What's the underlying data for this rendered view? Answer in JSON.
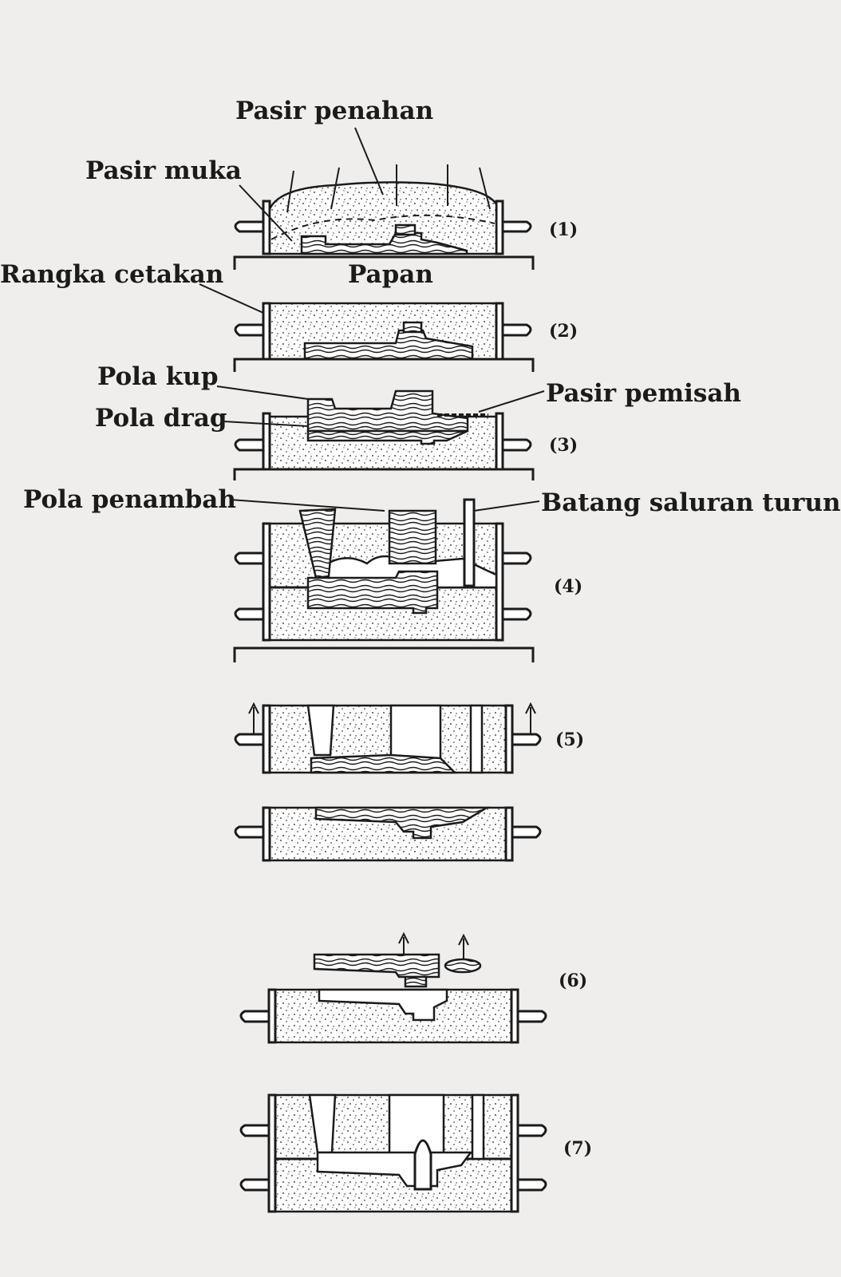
{
  "labels": {
    "pasir_penahan": "Pasir penahan",
    "pasir_muka": "Pasir muka",
    "rangka_cetakan": "Rangka cetakan",
    "papan": "Papan",
    "pola_kup": "Pola kup",
    "pola_drag": "Pola drag",
    "pasir_pemisah": "Pasir pemisah",
    "pola_penambah": "Pola penambah",
    "batang_saluran_turun": "Batang saluran turun"
  },
  "steps": [
    "(1)",
    "(2)",
    "(3)",
    "(4)",
    "(5)",
    "(6)",
    "(7)"
  ],
  "colors": {
    "ink": "#1b1b1b",
    "paper": "#efeeec",
    "sand": "#ffffff"
  }
}
